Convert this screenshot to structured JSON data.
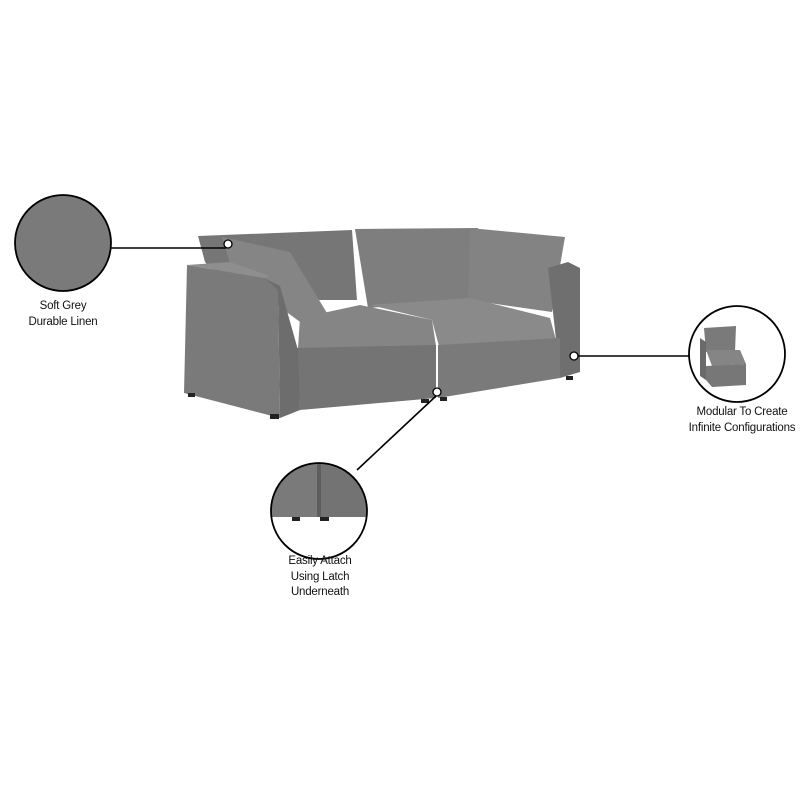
{
  "product": {
    "colors": {
      "fabric": "#7b7b7b",
      "fabric_dark": "#6a6a6a",
      "fabric_light": "#8a8a8a",
      "callout_line": "#000000"
    }
  },
  "callouts": [
    {
      "id": "fabric",
      "lines": [
        "Soft Grey",
        "Durable Linen"
      ]
    },
    {
      "id": "modular",
      "lines": [
        "Modular To Create",
        "Infinite Configurations"
      ]
    },
    {
      "id": "latch",
      "lines": [
        "Easily Attach",
        "Using Latch",
        "Underneath"
      ]
    }
  ]
}
